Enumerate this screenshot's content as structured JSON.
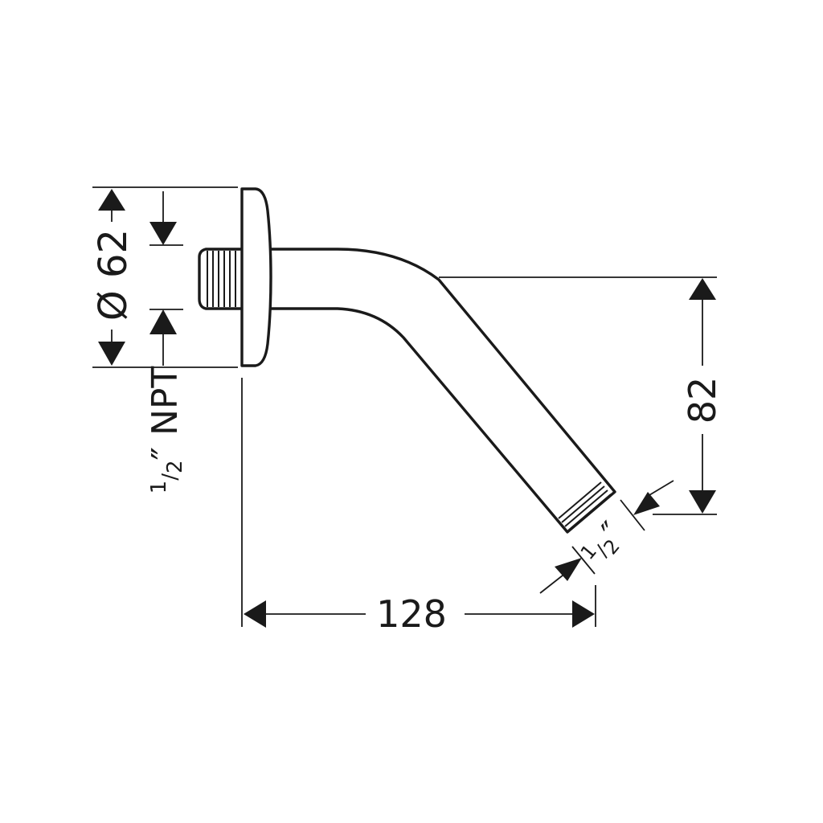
{
  "dimensions": {
    "flange_diameter": {
      "symbol": "Ø",
      "value": "62"
    },
    "inlet_thread": {
      "numerator": "1",
      "denominator": "2",
      "unit": "″",
      "suffix": "NPT"
    },
    "drop_height": "82",
    "projection_length": "128",
    "outlet_thread": {
      "numerator": "1",
      "denominator": "2",
      "unit": "″"
    }
  },
  "colors": {
    "ink": "#1a1a1a",
    "background": "#ffffff"
  }
}
